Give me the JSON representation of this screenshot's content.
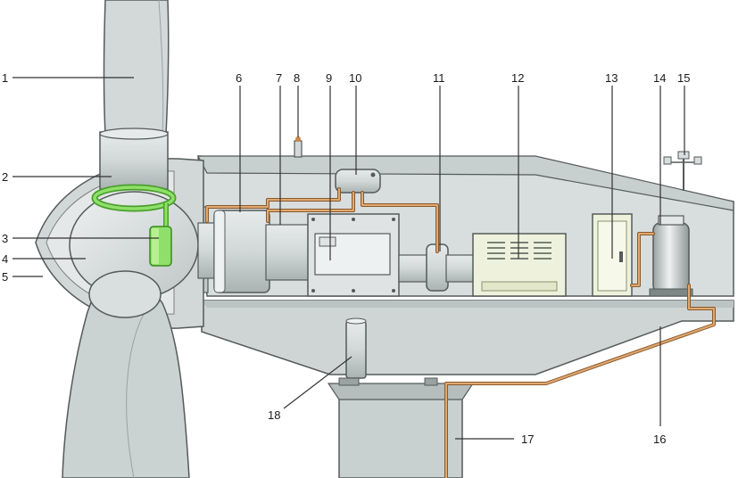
{
  "labels": {
    "l1": "1",
    "l2": "2",
    "l3": "3",
    "l4": "4",
    "l5": "5",
    "l6": "6",
    "l7": "7",
    "l8": "8",
    "l9": "9",
    "l10": "10",
    "l11": "11",
    "l12": "12",
    "l13": "13",
    "l14": "14",
    "l15": "15",
    "l16": "16",
    "l17": "17",
    "l18": "18"
  },
  "colors": {
    "outline": "#555a5a",
    "housing": "#d6dbdb",
    "housing_dark": "#bcc3c3",
    "blade": "#cfd5d5",
    "component": "#e3e7e7",
    "pitch_ring": "#7fd14d",
    "cable": "#c8874a",
    "electrical_cabinet": "#eef2dc"
  }
}
